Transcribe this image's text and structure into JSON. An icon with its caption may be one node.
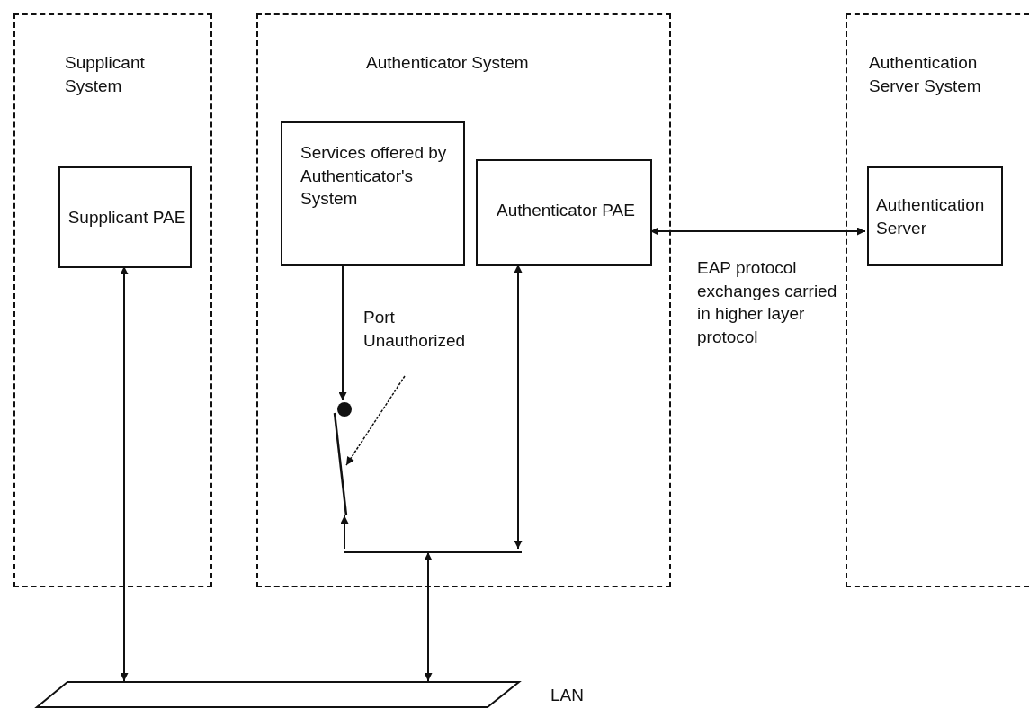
{
  "diagram": {
    "nodes": [
      {
        "text": [
          "Supplicant System"
        ]
      },
      {
        "text": [
          "Supplicant PAE"
        ],
        "in": 0
      },
      {
        "text": [
          "Authenticator System"
        ]
      },
      {
        "text": [
          "Services offered by Authenticator's System"
        ],
        "in": 2
      },
      {
        "text": [
          "Authenticator PAE"
        ],
        "in": 2
      },
      {
        "text": [
          "Authentication Server System"
        ]
      },
      {
        "text": [
          "Authentication Server"
        ],
        "in": 5
      },
      {
        "text": [
          "Port Unauthorized"
        ],
        "in": 2
      },
      {
        "text": [],
        "shape": "circle",
        "in": 2
      },
      {
        "text": [],
        "shape": "switch",
        "in": 2
      },
      {
        "text": [],
        "shape": "bar",
        "in": 2
      },
      {
        "text": [],
        "shape": "parallelogram",
        "beside": [
          "LAN"
        ]
      }
    ],
    "edges": [
      {
        "from": 1,
        "to": 11,
        "arrow": "both"
      },
      {
        "from": 3,
        "to": 8,
        "arrow": "to"
      },
      {
        "from": 7,
        "to": 9,
        "arrow": "to",
        "style": "dashed"
      },
      {
        "from": 10,
        "to": 9,
        "arrow": "to"
      },
      {
        "from": 10,
        "to": 4,
        "arrow": "both"
      },
      {
        "from": 10,
        "to": 11,
        "arrow": "both"
      },
      {
        "from": 4,
        "to": 6,
        "arrow": "both",
        "label": "EAP protocol exchanges carried in higher layer protocol"
      }
    ]
  }
}
